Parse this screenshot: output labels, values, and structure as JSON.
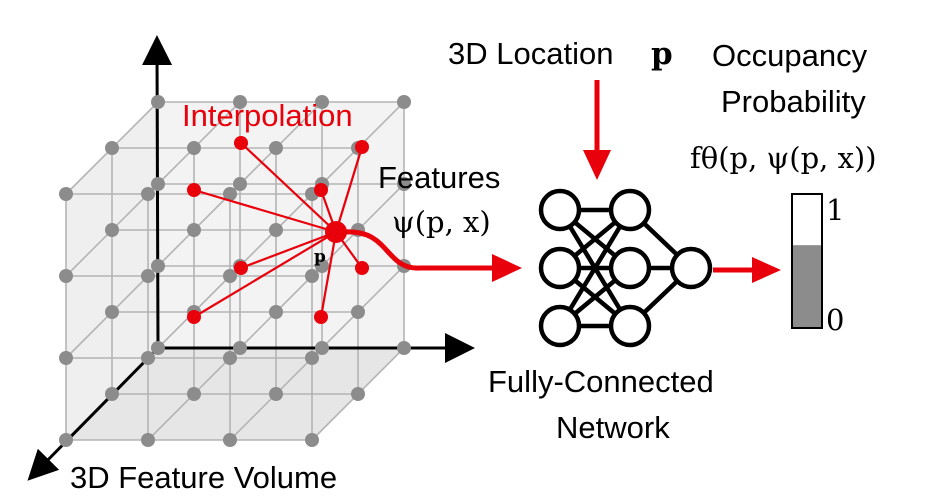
{
  "labels": {
    "interpolation": "Interpolation",
    "feature_volume": "3D Feature Volume",
    "location_text": "3D Location",
    "location_symbol": "p",
    "point_symbol": "p",
    "features_text": "Features",
    "features_formula": "ψ(p, x)",
    "network_line1": "Fully-Connected",
    "network_line2": "Network",
    "occupancy_line1": "Occupancy",
    "occupancy_line2": "Probability",
    "occupancy_formula": "fθ(p, ψ(p, x))",
    "scale_top": "1",
    "scale_bottom": "0"
  },
  "occupancy_value": 0.62,
  "colors": {
    "accent": "#e8000b",
    "grid_node": "#8c8c8c",
    "face_fill": "#dcdcdc",
    "bar_fill": "#8c8c8c",
    "axis": "#000000"
  },
  "icons": {
    "network": "neural-network-icon",
    "probability_bar": "gauge-bar-icon"
  }
}
